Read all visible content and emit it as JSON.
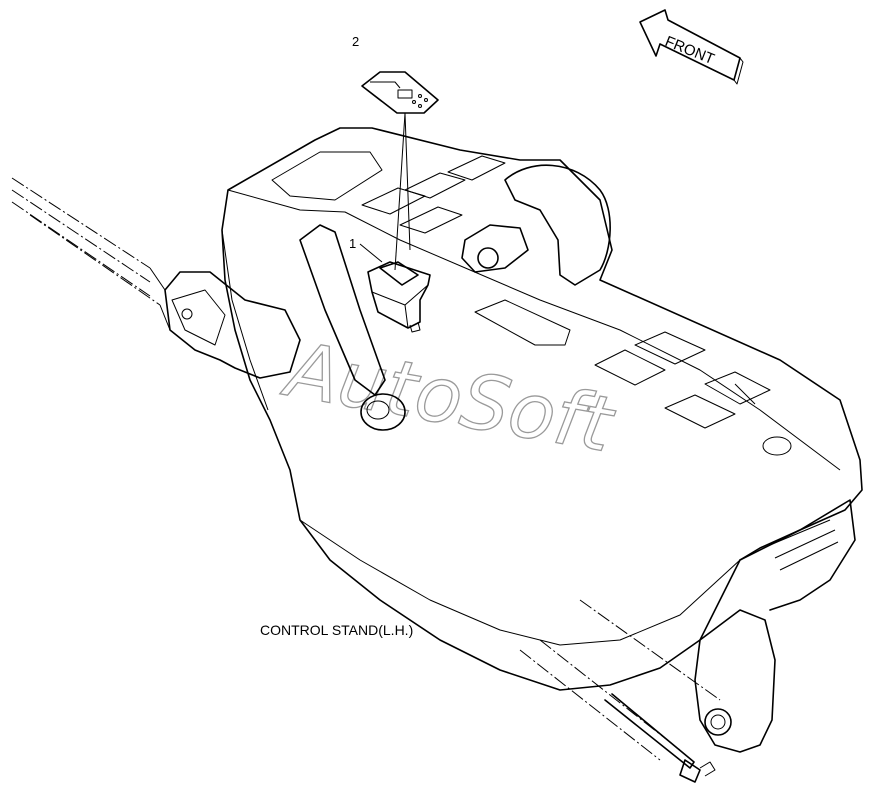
{
  "diagram": {
    "caption": "CONTROL STAND(L.H.)",
    "direction_arrow_label": "FRONT",
    "callouts": [
      {
        "number": "1"
      },
      {
        "number": "2"
      }
    ],
    "watermark": "AutoSoft"
  }
}
